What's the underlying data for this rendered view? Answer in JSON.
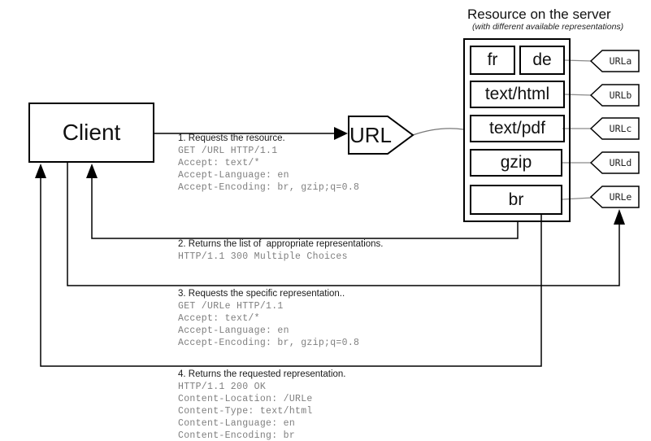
{
  "server": {
    "heading": "Resource on the server",
    "subheading": "(with different available representations)",
    "representations": [
      {
        "label": "fr"
      },
      {
        "label": "de"
      },
      {
        "label": "text/html"
      },
      {
        "label": "text/pdf"
      },
      {
        "label": "gzip"
      },
      {
        "label": "br"
      }
    ],
    "urls": [
      "URLa",
      "URLb",
      "URLc",
      "URLd",
      "URLe"
    ]
  },
  "client": {
    "label": "Client"
  },
  "url_node": {
    "label": "URL"
  },
  "messages": [
    {
      "label": "1. Requests the resource.",
      "lines": [
        "GET /URL HTTP/1.1",
        "Accept: text/*",
        "Accept-Language: en",
        "Accept-Encoding: br, gzip;q=0.8"
      ]
    },
    {
      "label": "2. Returns the list of  appropriate representations.",
      "lines": [
        "HTTP/1.1 300 Multiple Choices"
      ]
    },
    {
      "label": "3. Requests the specific representation..",
      "lines": [
        "GET /URLe HTTP/1.1",
        "Accept: text/*",
        "Accept-Language: en",
        "Accept-Encoding: br, gzip;q=0.8"
      ]
    },
    {
      "label": "4. Returns the requested representation.",
      "lines": [
        "HTTP/1.1 200 OK",
        "Content-Location: /URLe",
        "Content-Type: text/html",
        "Content-Language: en",
        "Content-Encoding: br"
      ]
    }
  ],
  "colors": {
    "line": "#000000",
    "mono_text": "#7f7f7f",
    "connector": "#8a8a8a",
    "background": "#ffffff"
  }
}
